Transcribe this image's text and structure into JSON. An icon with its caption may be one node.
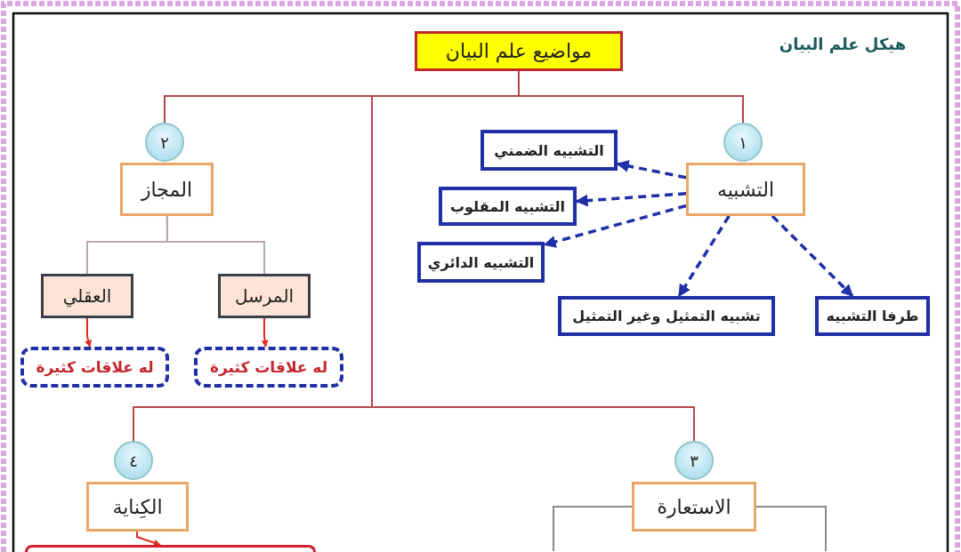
{
  "diagram": {
    "title": "هيكل علم البيان",
    "nodes": [
      {
        "text": [
          "مواضيع علم البيان"
        ]
      },
      {
        "text": [
          "١"
        ]
      },
      {
        "text": [
          "التشبيه"
        ]
      },
      {
        "text": [
          "التشبيه الضمني"
        ]
      },
      {
        "text": [
          "التشبيه المقلوب"
        ]
      },
      {
        "text": [
          "التشبيه الدائري"
        ]
      },
      {
        "text": [
          "تشبيه التمثيل وغير التمثيل"
        ]
      },
      {
        "text": [
          "طرفا التشبيه"
        ]
      },
      {
        "text": [
          "٢"
        ]
      },
      {
        "text": [
          "المجاز"
        ]
      },
      {
        "text": [
          "العقلي"
        ]
      },
      {
        "text": [
          "المرسل"
        ]
      },
      {
        "text": [
          "له علاقات كثيرة"
        ]
      },
      {
        "text": [
          "له علاقات كثيرة"
        ]
      },
      {
        "text": [
          "٣"
        ]
      },
      {
        "text": [
          "الاستعارة"
        ]
      },
      {
        "text": [
          "٤"
        ]
      },
      {
        "text": [
          "الكِناية"
        ]
      },
      {
        "text": [],
        "shape": "box"
      }
    ],
    "edges": [
      {
        "from": 0,
        "to": 1,
        "arrow": "none",
        "color": "#b5474b"
      },
      {
        "from": 0,
        "to": 8,
        "arrow": "none",
        "color": "#b5474b"
      },
      {
        "from": 0,
        "to": 14,
        "arrow": "none",
        "color": "#b5474b"
      },
      {
        "from": 0,
        "to": 16,
        "arrow": "none",
        "color": "#b5474b"
      },
      {
        "from": 2,
        "to": 3,
        "arrow": "to",
        "style": "dashed",
        "color": "#1f2fa6"
      },
      {
        "from": 2,
        "to": 4,
        "arrow": "to",
        "style": "dashed",
        "color": "#1f2fa6"
      },
      {
        "from": 2,
        "to": 5,
        "arrow": "to",
        "style": "dashed",
        "color": "#1f2fa6"
      },
      {
        "from": 2,
        "to": 6,
        "arrow": "to",
        "style": "dashed",
        "color": "#1f2fa6"
      },
      {
        "from": 2,
        "to": 7,
        "arrow": "to",
        "style": "dashed",
        "color": "#1f2fa6"
      },
      {
        "from": 9,
        "to": 10,
        "arrow": "none",
        "color": "#b9a9a9"
      },
      {
        "from": 9,
        "to": 11,
        "arrow": "none",
        "color": "#b9a9a9"
      },
      {
        "from": 10,
        "to": 12,
        "arrow": "to",
        "color": "#e02a1f"
      },
      {
        "from": 11,
        "to": 13,
        "arrow": "to",
        "color": "#e02a1f"
      },
      {
        "from": 15,
        "to": null,
        "arrow": "none",
        "color": "#8a8a8a"
      },
      {
        "from": 15,
        "to": null,
        "arrow": "none",
        "color": "#8a8a8a"
      },
      {
        "from": 17,
        "to": 18,
        "arrow": "to",
        "color": "#e02a1f"
      }
    ]
  }
}
